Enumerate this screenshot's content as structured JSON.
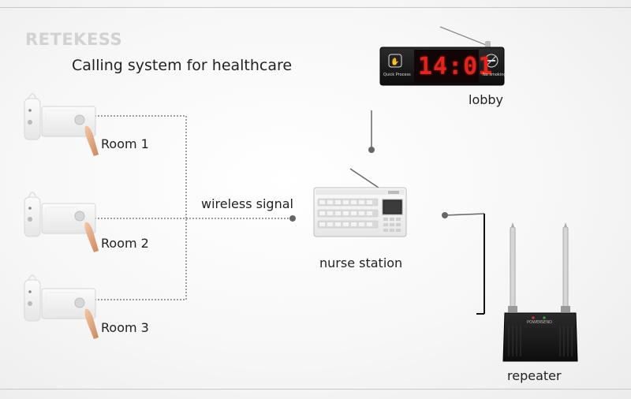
{
  "brand": {
    "logo": "RETEKESS"
  },
  "title": "Calling system for healthcare",
  "rooms": [
    {
      "label": "Room 1"
    },
    {
      "label": "Room 2"
    },
    {
      "label": "Room 3"
    }
  ],
  "signal_label": "wireless signal",
  "nurse_station": {
    "label": "nurse station"
  },
  "lobby": {
    "label": "lobby",
    "display_time": "14:01",
    "left_key_label": "Quick Process",
    "right_key_label": "No smoking"
  },
  "repeater": {
    "label": "repeater",
    "led_power": "POWER",
    "led_send": "SEND"
  },
  "colors": {
    "line": "#555555",
    "led_red": "#e3241b",
    "device_black": "#1b1b1b"
  }
}
